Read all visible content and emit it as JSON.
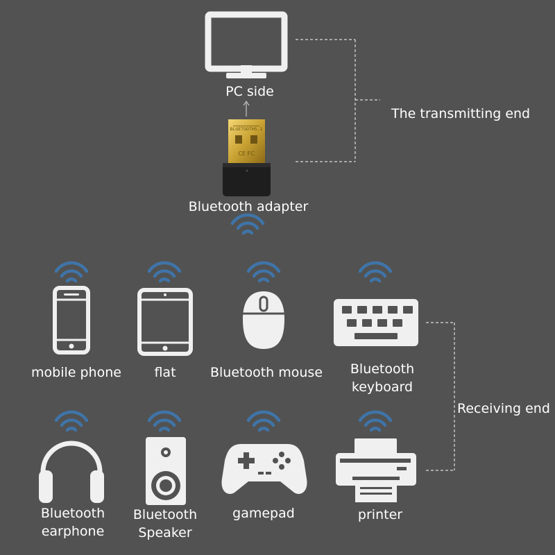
{
  "transmit": {
    "pc_label": "PC side",
    "adapter_label": "Bluetooth adapter",
    "adapter_print": "BLUETOOTH5.1",
    "adapter_marks": "CE FC",
    "end_label": "The transmitting end"
  },
  "receive": {
    "end_label": "Receiving end",
    "devices": [
      {
        "label": "mobile phone",
        "icon": "mobile-phone-icon"
      },
      {
        "label": "flat",
        "icon": "tablet-icon"
      },
      {
        "label": "Bluetooth mouse",
        "icon": "mouse-icon"
      },
      {
        "label": "Bluetooth keyboard",
        "icon": "keyboard-icon"
      },
      {
        "label": "Bluetooth earphone",
        "icon": "headphones-icon"
      },
      {
        "label": "Bluetooth Speaker",
        "icon": "speaker-icon"
      },
      {
        "label": "gamepad",
        "icon": "gamepad-icon"
      },
      {
        "label": "printer",
        "icon": "printer-icon"
      }
    ]
  },
  "colors": {
    "background": "#525252",
    "icon": "#f0f0f0",
    "signal": "#3f74a8",
    "gold": "#c9a233"
  }
}
